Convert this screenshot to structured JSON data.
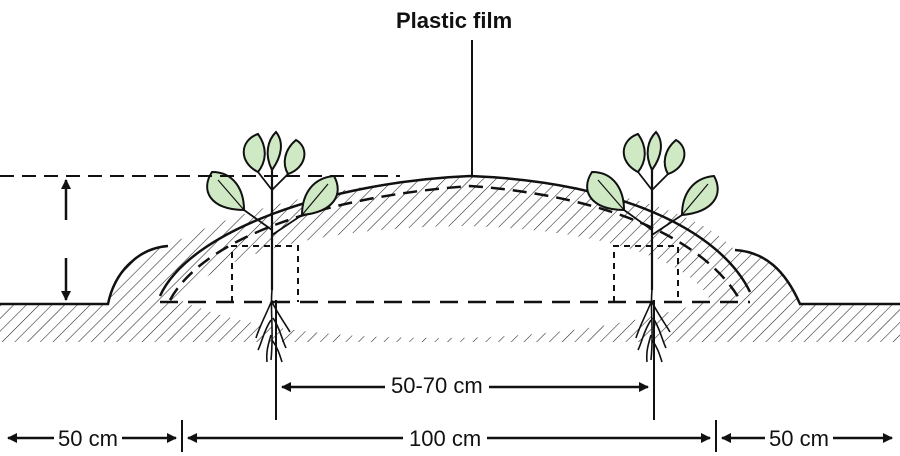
{
  "diagram": {
    "title": "Plastic film",
    "dimensions": {
      "inner_spacing": "50-70 cm",
      "left_margin": "50 cm",
      "bed_width": "100 cm",
      "right_margin": "50 cm"
    }
  },
  "colors": {
    "ink": "#111111",
    "leaf_fill": "#cfe9c4",
    "background": "#ffffff"
  }
}
